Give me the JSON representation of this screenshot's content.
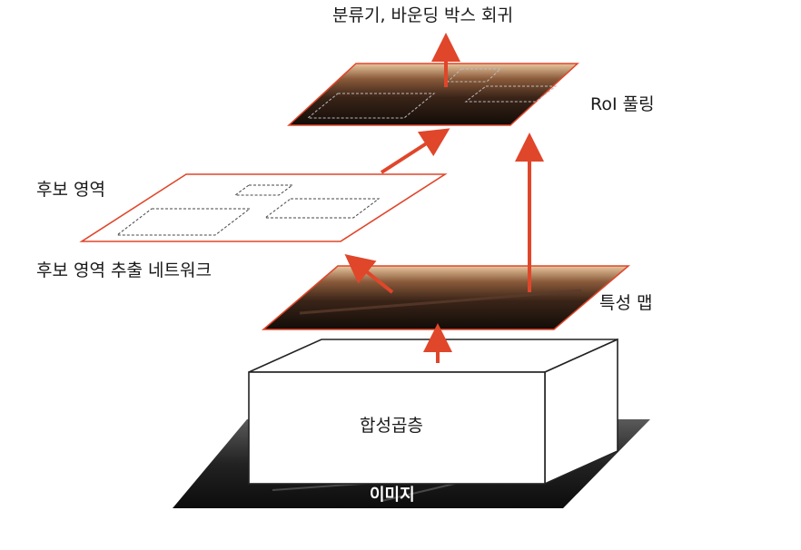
{
  "labels": {
    "top": "분류기, 바운딩 박스 회귀",
    "roi_pooling": "RoI 풀링",
    "proposals": "후보 영역",
    "rpn": "후보 영역 추출 네트워크",
    "feature_map": "특성 맵",
    "conv_layers": "합성곱층",
    "image": "이미지"
  },
  "colors": {
    "arrow": "#e0462a",
    "plane_border": "#e0462a",
    "box_border": "#222222",
    "dark_base": "#1a1a1a"
  }
}
